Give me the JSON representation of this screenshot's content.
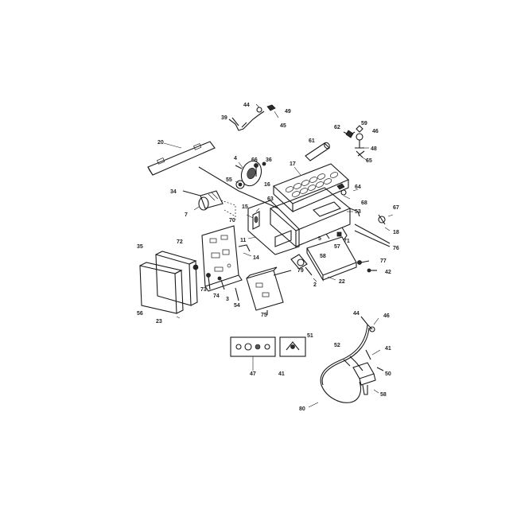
{
  "diagram": {
    "labels": [
      {
        "id": "l44a",
        "text": "44"
      },
      {
        "id": "l49",
        "text": "49"
      },
      {
        "id": "l39",
        "text": "39"
      },
      {
        "id": "l45",
        "text": "45"
      },
      {
        "id": "l20",
        "text": "20"
      },
      {
        "id": "l61",
        "text": "61"
      },
      {
        "id": "l62",
        "text": "62"
      },
      {
        "id": "l59",
        "text": "59"
      },
      {
        "id": "l46a",
        "text": "46"
      },
      {
        "id": "l48",
        "text": "48"
      },
      {
        "id": "l65",
        "text": "65"
      },
      {
        "id": "l4",
        "text": "4"
      },
      {
        "id": "l66",
        "text": "66"
      },
      {
        "id": "l36",
        "text": "36"
      },
      {
        "id": "l17",
        "text": "17"
      },
      {
        "id": "l55",
        "text": "55"
      },
      {
        "id": "l34",
        "text": "34"
      },
      {
        "id": "l16",
        "text": "16"
      },
      {
        "id": "l63",
        "text": "63"
      },
      {
        "id": "l64",
        "text": "64"
      },
      {
        "id": "l68",
        "text": "68"
      },
      {
        "id": "l53",
        "text": "53"
      },
      {
        "id": "l7",
        "text": "7"
      },
      {
        "id": "l70",
        "text": "70"
      },
      {
        "id": "l15",
        "text": "15"
      },
      {
        "id": "l67",
        "text": "67"
      },
      {
        "id": "l18",
        "text": "18"
      },
      {
        "id": "l5",
        "text": "5"
      },
      {
        "id": "l71",
        "text": "71"
      },
      {
        "id": "l57",
        "text": "57"
      },
      {
        "id": "l76",
        "text": "76"
      },
      {
        "id": "l35",
        "text": "35"
      },
      {
        "id": "l72",
        "text": "72"
      },
      {
        "id": "l14",
        "text": "14"
      },
      {
        "id": "l11",
        "text": "11"
      },
      {
        "id": "l58a",
        "text": "58"
      },
      {
        "id": "l77",
        "text": "77"
      },
      {
        "id": "l42",
        "text": "42"
      },
      {
        "id": "l79",
        "text": "79"
      },
      {
        "id": "l2",
        "text": "2"
      },
      {
        "id": "l22",
        "text": "22"
      },
      {
        "id": "l73",
        "text": "73"
      },
      {
        "id": "l74",
        "text": "74"
      },
      {
        "id": "l3",
        "text": "3"
      },
      {
        "id": "l54",
        "text": "54"
      },
      {
        "id": "l56",
        "text": "56"
      },
      {
        "id": "l23",
        "text": "23"
      },
      {
        "id": "l75",
        "text": "75"
      },
      {
        "id": "l44b",
        "text": "44"
      },
      {
        "id": "l46b",
        "text": "46"
      },
      {
        "id": "l51",
        "text": "51"
      },
      {
        "id": "l52",
        "text": "52"
      },
      {
        "id": "l41a",
        "text": "41"
      },
      {
        "id": "l41b",
        "text": "41"
      },
      {
        "id": "l47",
        "text": "47"
      },
      {
        "id": "l50",
        "text": "50"
      },
      {
        "id": "l58b",
        "text": "58"
      },
      {
        "id": "l80",
        "text": "80"
      }
    ]
  }
}
